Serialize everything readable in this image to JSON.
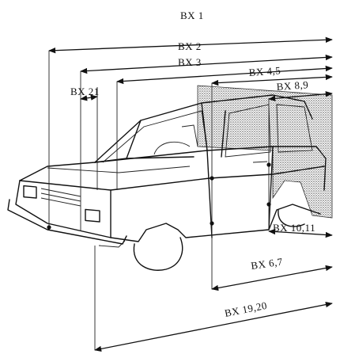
{
  "dimensions": [
    {
      "id": "bx1",
      "label": "BX 1"
    },
    {
      "id": "bx2",
      "label": "BX 2"
    },
    {
      "id": "bx3",
      "label": "BX 3"
    },
    {
      "id": "bx21",
      "label": "BX 21"
    },
    {
      "id": "bx45",
      "label": "BX 4,5"
    },
    {
      "id": "bx89",
      "label": "BX 8,9"
    },
    {
      "id": "bx1011",
      "label": "BX 10,11"
    },
    {
      "id": "bx67",
      "label": "BX 6,7"
    },
    {
      "id": "bx1920",
      "label": "BX 19,20"
    }
  ],
  "colors": {
    "ink": "#111111",
    "paper": "#ffffff",
    "hatch": "#555555"
  }
}
